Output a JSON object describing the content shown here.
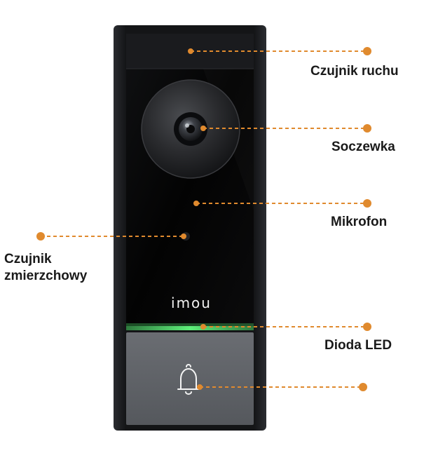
{
  "device": {
    "brand": "imou"
  },
  "callouts": {
    "motion_sensor": "Czujnik ruchu",
    "lens": "Soczewka",
    "microphone": "Mikrofon",
    "dusk_sensor_line1": "Czujnik",
    "dusk_sensor_line2": "zmierzchowy",
    "led": "Dioda LED",
    "button": ""
  },
  "colors": {
    "accent": "#e08a2e",
    "led_glow": "#4ddc6a",
    "body": "#1b1d20",
    "face": "#050505",
    "button_panel": "#5c5f64"
  },
  "icons": {
    "button_icon": "bell-icon"
  }
}
